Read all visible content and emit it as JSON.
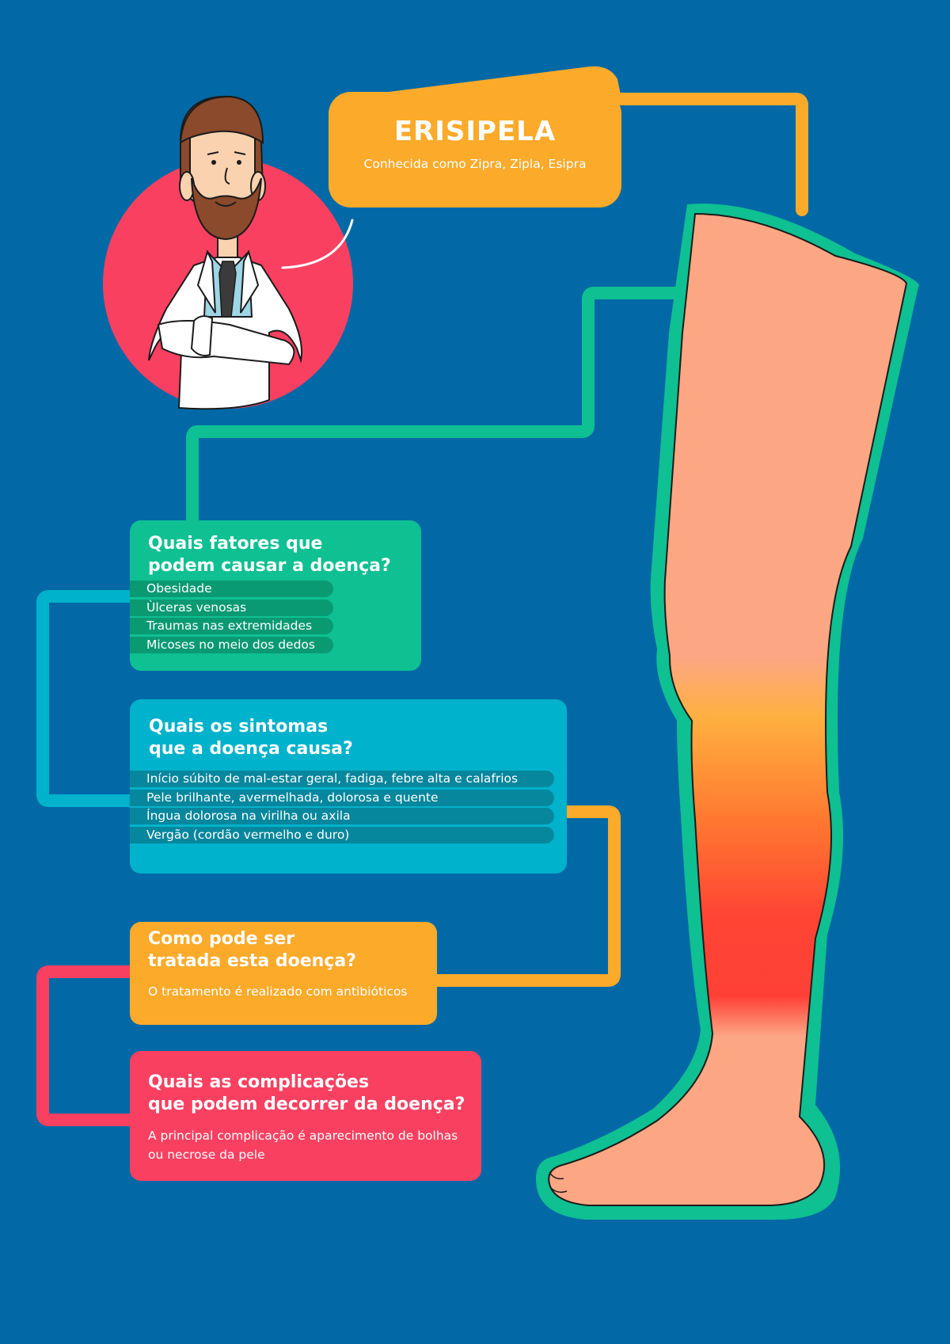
{
  "header": {
    "title": "ERISIPELA",
    "subtitle": "Conhecida como Zipra, Zipla, Esipra"
  },
  "causes": {
    "title_line1": "Quais fatores que",
    "title_line2": "podem causar a doença?",
    "items": [
      "Obesidade",
      "Ùlceras venosas",
      "Traumas nas extremidades",
      "Micoses no meio dos dedos"
    ]
  },
  "symptoms": {
    "title_line1": "Quais os sintomas",
    "title_line2": "que a doença causa?",
    "items": [
      "Início súbito de mal-estar geral, fadiga, febre alta e calafrios",
      "Pele brilhante, avermelhada, dolorosa e quente",
      "Íngua dolorosa na virilha ou axila",
      "Vergão (cordão vermelho e duro)"
    ]
  },
  "treatment": {
    "title_line1": "Como pode ser",
    "title_line2": "tratada esta doença?",
    "text": "O tratamento é realizado com antibióticos"
  },
  "complications": {
    "title_line1": "Quais as complicações",
    "title_line2": "que podem decorrer da doença?",
    "text_line1": "A principal complicação é aparecimento de bolhas",
    "text_line2": "ou necrose da pele"
  },
  "colors": {
    "background": "#0369a6",
    "orange": "#fbaa2a",
    "green": "#0ec092",
    "cyan": "#00b2cb",
    "pink": "#f94060",
    "skin": "#fca683",
    "inflammation": "#ff4030"
  },
  "illustrations": {
    "doctor": "doctor-icon",
    "leg": "leg-icon"
  }
}
